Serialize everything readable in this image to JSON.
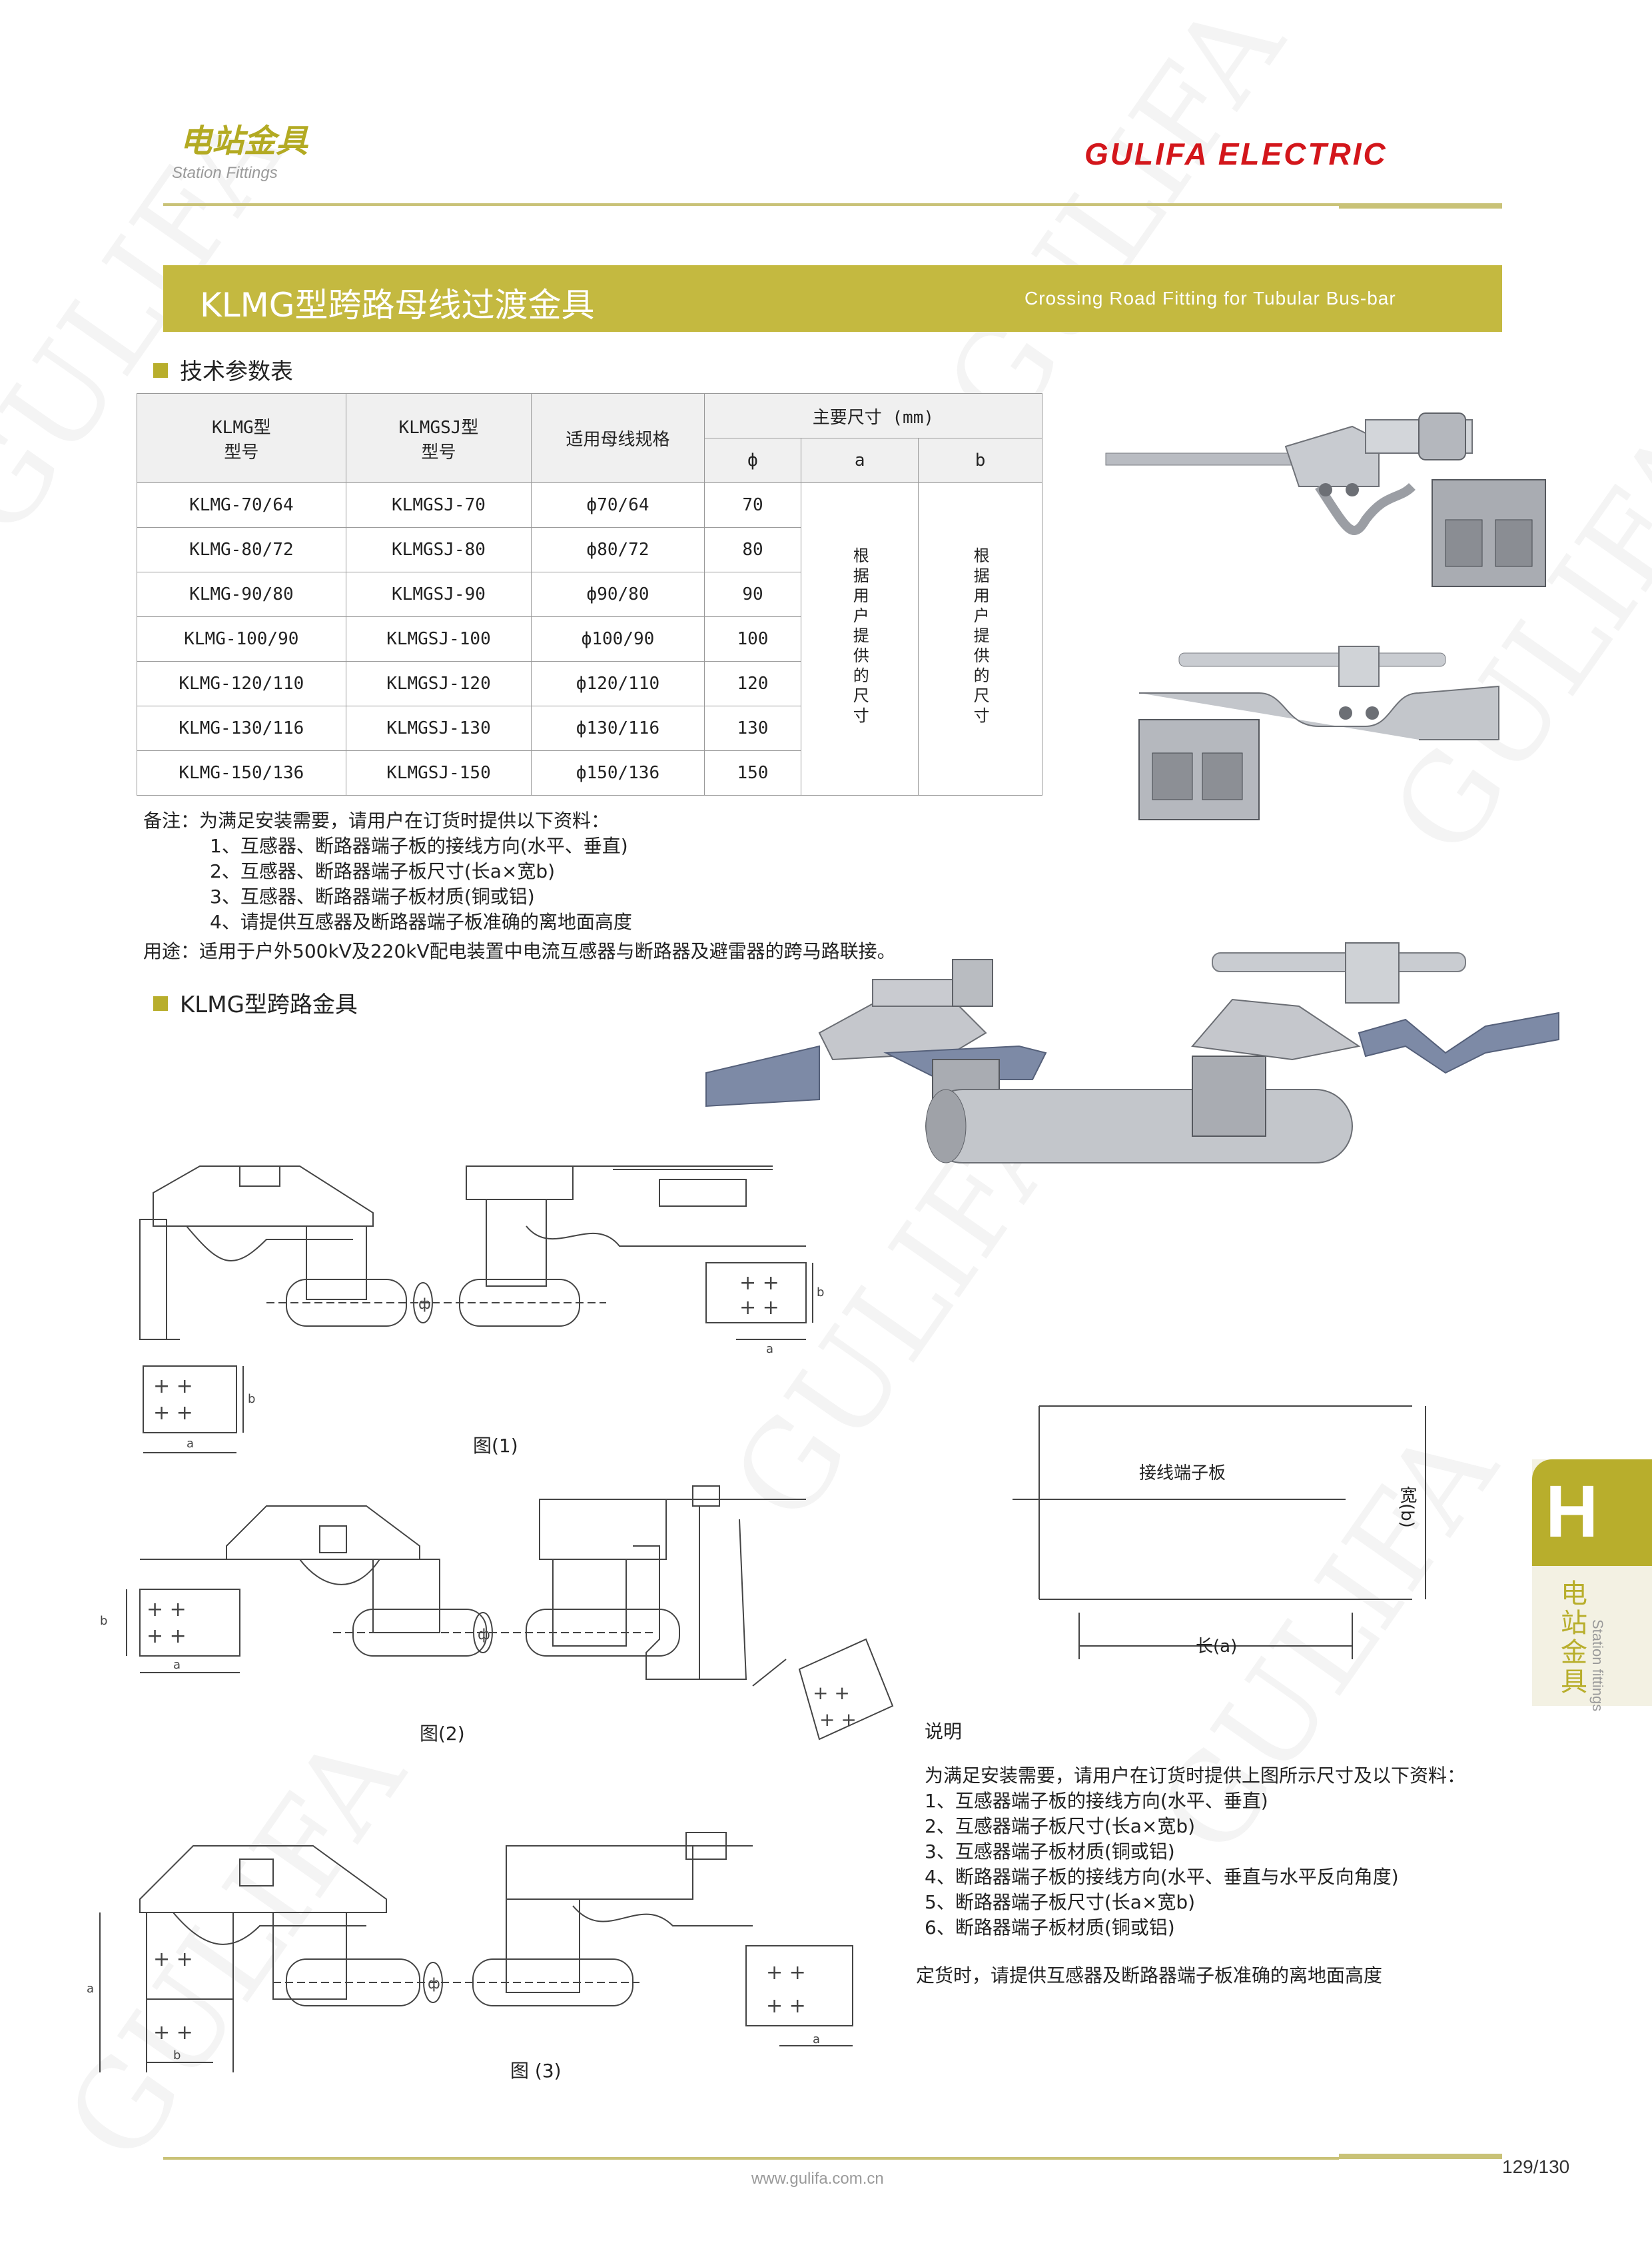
{
  "header": {
    "title": "电站金具",
    "subtitle": "Station Fittings",
    "brand": "GULIFA ELECTRIC",
    "watermark": "GULIFA"
  },
  "banner": {
    "title": "KLMG型跨路母线过渡金具",
    "title_en": "Crossing Road   Fitting  for Tubular Bus-bar"
  },
  "section1": {
    "title": "技术参数表"
  },
  "table": {
    "headers": {
      "klmg": "KLMG型\n型号",
      "klmgsj": "KLMGSJ型\n型号",
      "spec": "适用母线规格",
      "main_dims": "主要尺寸 (mm)",
      "phi": "ф",
      "a": "a",
      "b": "b"
    },
    "rows": [
      {
        "klmg": "KLMG-70/64",
        "klmgsj": "KLMGSJ-70",
        "spec": "ф70/64",
        "phi": "70"
      },
      {
        "klmg": "KLMG-80/72",
        "klmgsj": "KLMGSJ-80",
        "spec": "ф80/72",
        "phi": "80"
      },
      {
        "klmg": "KLMG-90/80",
        "klmgsj": "KLMGSJ-90",
        "spec": "ф90/80",
        "phi": "90"
      },
      {
        "klmg": "KLMG-100/90",
        "klmgsj": "KLMGSJ-100",
        "spec": "ф100/90",
        "phi": "100"
      },
      {
        "klmg": "KLMG-120/110",
        "klmgsj": "KLMGSJ-120",
        "spec": "ф120/110",
        "phi": "120"
      },
      {
        "klmg": "KLMG-130/116",
        "klmgsj": "KLMGSJ-130",
        "spec": "ф130/116",
        "phi": "130"
      },
      {
        "klmg": "KLMG-150/136",
        "klmgsj": "KLMGSJ-150",
        "spec": "ф150/136",
        "phi": "150"
      }
    ],
    "merged_a": "根据用户提供的尺寸",
    "merged_b": "根据用户提供的尺寸"
  },
  "notes": {
    "lead": "备注：为满足安装需要，请用户在订货时提供以下资料：",
    "items": [
      "1、互感器、断路器端子板的接线方向(水平、垂直)",
      "2、互感器、断路器端子板尺寸(长a×宽b)",
      "3、互感器、断路器端子板材质(铜或铝)",
      "4、请提供互感器及断路器端子板准确的离地面高度"
    ],
    "usage": "用途：适用于户外500kV及220kV配电装置中电流互感器与断路器及避雷器的跨马路联接。"
  },
  "section2": {
    "title": "KLMG型跨路金具"
  },
  "figures": {
    "fig1": "图(1)",
    "fig2": "图(2)",
    "fig3": "图 (3)",
    "dim_a": "a",
    "dim_b": "b",
    "phi": "ф"
  },
  "terminal": {
    "label": "接线端子板",
    "width": "宽(b)",
    "length": "长(a)"
  },
  "explain": {
    "title": "说明",
    "lead": "为满足安装需要，请用户在订货时提供上图所示尺寸及以下资料：",
    "items": [
      "1、互感器端子板的接线方向(水平、垂直)",
      "2、互感器端子板尺寸(长a×宽b)",
      "3、互感器端子板材质(铜或铝)",
      "4、断路器端子板的接线方向(水平、垂直与水平反向角度)",
      "5、断路器端子板尺寸(长a×宽b)",
      "6、断路器端子板材质(铜或铝)"
    ],
    "order": "定货时，请提供互感器及断路器端子板准确的离地面高度"
  },
  "sidebar": {
    "letter": "H",
    "cn": "电站金具",
    "en": "Station fittings"
  },
  "footer": {
    "url": "www.gulifa.com.cn",
    "page": "129/130"
  },
  "colors": {
    "olive": "#c4b940",
    "brand_red": "#d3161b"
  }
}
